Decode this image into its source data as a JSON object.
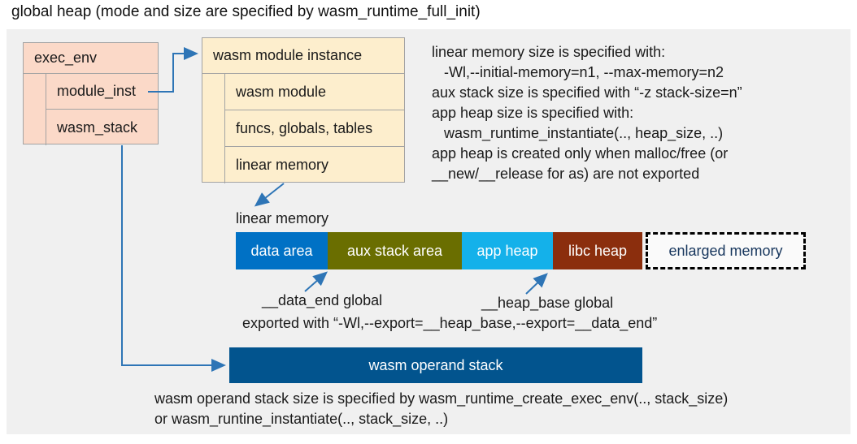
{
  "title": "global heap (mode and size are specified by wasm_runtime_full_init)",
  "exec_env": {
    "header": "exec_env",
    "rows": [
      {
        "label": "module_inst"
      },
      {
        "label": "wasm_stack"
      }
    ]
  },
  "module_instance": {
    "header": "wasm module instance",
    "rows": [
      {
        "label": "wasm module"
      },
      {
        "label": "funcs, globals, tables"
      },
      {
        "label": "linear memory"
      }
    ]
  },
  "notes_right": {
    "lines": [
      "linear memory size is specified with:",
      "   -Wl,--initial-memory=n1, --max-memory=n2",
      "aux stack size is specified with “-z stack-size=n”",
      "app heap size is specified with:",
      "   wasm_runtime_instantiate(.., heap_size, ..)",
      "app heap is created only when malloc/free (or",
      "__new/__release for as) are not exported"
    ]
  },
  "linear_memory": {
    "label": "linear memory",
    "segments": [
      {
        "label": "data area",
        "color": "#0071c5",
        "text_color": "#ffffff"
      },
      {
        "label": "aux stack area",
        "color": "#6a6e00",
        "text_color": "#ffffff"
      },
      {
        "label": "app heap",
        "color": "#14b1ea",
        "text_color": "#ffffff"
      },
      {
        "label": "libc heap",
        "color": "#8b2e0d",
        "text_color": "#ffffff"
      },
      {
        "label": "enlarged memory",
        "color": "#fafafa",
        "text_color": "#17365d",
        "border": "dashed"
      }
    ]
  },
  "globals_annotation": {
    "data_end_label": "__data_end global",
    "heap_base_label": "__heap_base global",
    "export_line": "exported with “-Wl,--export=__heap_base,--export=__data_end”"
  },
  "operand_stack": {
    "label": "wasm operand stack",
    "color": "#02548e"
  },
  "notes_bottom": {
    "lines": [
      "wasm operand stack size is specified by wasm_runtime_create_exec_env(.., stack_size)",
      "or wasm_runtine_instantiate(.., stack_size, ..)"
    ]
  },
  "colors": {
    "panel_background": "#f0f0f0",
    "exec_env_fill": "#fbd9c8",
    "module_instance_fill": "#fdeecd",
    "box_border": "#a3a3a3",
    "arrow_blue": "#2e75b6",
    "enlarged_memory_border": "#000000"
  }
}
